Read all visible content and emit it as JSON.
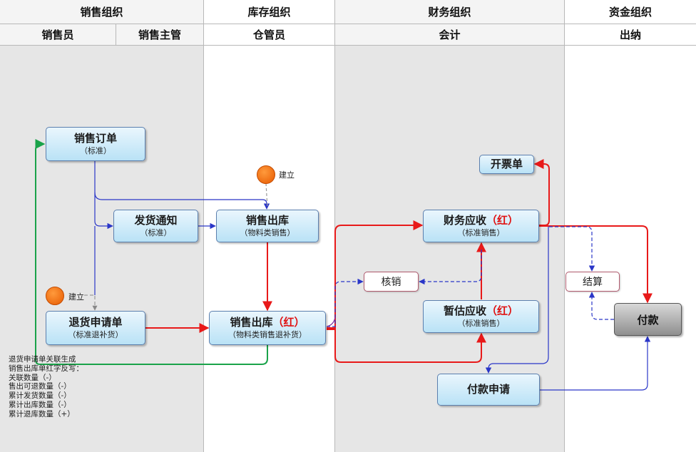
{
  "lanes": {
    "sales_org": "销售组织",
    "inventory_org": "库存组织",
    "finance_org": "财务组织",
    "fund_org": "资金组织"
  },
  "roles": {
    "salesperson": "销售员",
    "sales_manager": "销售主管",
    "warehouse_keeper": "仓管员",
    "accountant": "会计",
    "cashier": "出纳"
  },
  "nodes": {
    "sales_order": {
      "title": "销售订单",
      "sub": "（标准）"
    },
    "delivery_notice": {
      "title": "发货通知",
      "sub": "（标准）"
    },
    "sales_outbound": {
      "title": "销售出库",
      "sub": "（物料类销售）"
    },
    "return_request": {
      "title": "退货申请单",
      "sub": "（标准退补货）"
    },
    "sales_outbound_red": {
      "title": "销售出库",
      "red": "（红）",
      "sub": "（物料类销售退补货）"
    },
    "invoice": {
      "title": "开票单"
    },
    "ar_red": {
      "title": "财务应收",
      "red": "（红）",
      "sub": "（标准销售）"
    },
    "writeoff": {
      "title": "核销"
    },
    "est_ar_red": {
      "title": "暂估应收",
      "red": "（红）",
      "sub": "（标准销售）"
    },
    "payment_request": {
      "title": "付款申请"
    },
    "settlement": {
      "title": "结算"
    },
    "payment": {
      "title": "付款"
    }
  },
  "labels": {
    "create_1": "建立",
    "create_2": "建立"
  },
  "note_lines": [
    "退货申请单关联生成",
    "销售出库单红字反写：",
    "关联数量（-）",
    "售出可退数量（-）",
    "累计发货数量（-）",
    "累计出库数量（-）",
    "累计退库数量（+）"
  ],
  "colors": {
    "blue_link": "#2a36c8",
    "red_link": "#e81919",
    "green_link": "#1aa34a",
    "gray_link": "#888888",
    "lane_gray": "#e6e6e6"
  }
}
